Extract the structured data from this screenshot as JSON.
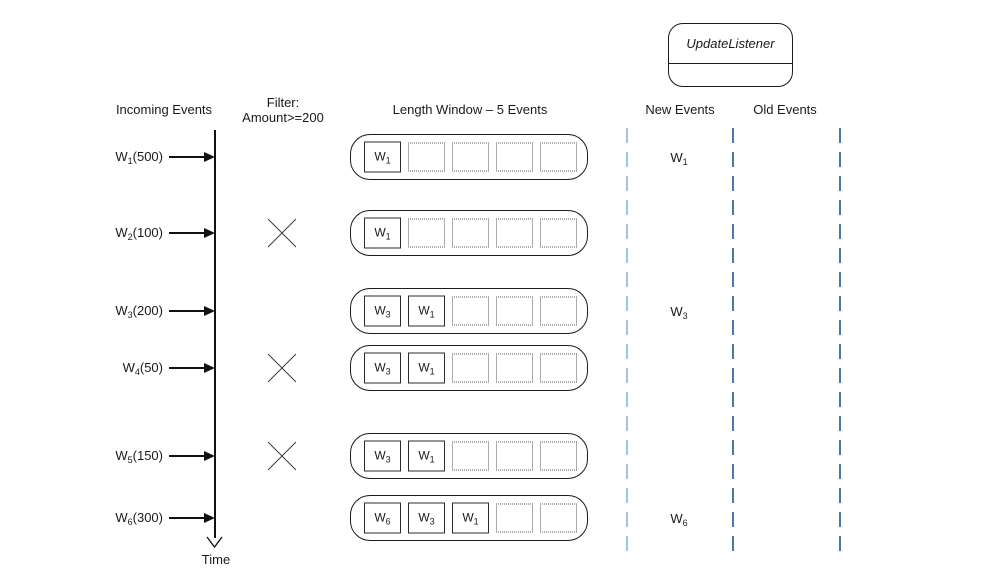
{
  "listener": {
    "label": "UpdateListener"
  },
  "headers": {
    "incoming": "Incoming Events",
    "filter_line1": "Filter:",
    "filter_line2": "Amount>=200",
    "length_window": "Length Window – 5 Events",
    "new_events": "New Events",
    "old_events": "Old Events"
  },
  "timeline": {
    "label": "Time"
  },
  "window_capacity": 5,
  "colors": {
    "dash_left": "#a5c4e4",
    "dash_middle": "#4677ab",
    "dash_right": "#4677ab",
    "ink": "#111111"
  },
  "rows": [
    {
      "event": {
        "base": "W",
        "sub": "1",
        "amount": "(500)"
      },
      "filtered": false,
      "slots": [
        {
          "base": "W",
          "sub": "1"
        }
      ],
      "new_event": {
        "base": "W",
        "sub": "1"
      },
      "old_event": null
    },
    {
      "event": {
        "base": "W",
        "sub": "2",
        "amount": "(100)"
      },
      "filtered": true,
      "slots": [
        {
          "base": "W",
          "sub": "1"
        }
      ],
      "new_event": null,
      "old_event": null
    },
    {
      "event": {
        "base": "W",
        "sub": "3",
        "amount": "(200)"
      },
      "filtered": false,
      "slots": [
        {
          "base": "W",
          "sub": "3"
        },
        {
          "base": "W",
          "sub": "1"
        }
      ],
      "new_event": {
        "base": "W",
        "sub": "3"
      },
      "old_event": null
    },
    {
      "event": {
        "base": "W",
        "sub": "4",
        "amount": "(50)"
      },
      "filtered": true,
      "slots": [
        {
          "base": "W",
          "sub": "3"
        },
        {
          "base": "W",
          "sub": "1"
        }
      ],
      "new_event": null,
      "old_event": null
    },
    {
      "event": {
        "base": "W",
        "sub": "5",
        "amount": "(150)"
      },
      "filtered": true,
      "slots": [
        {
          "base": "W",
          "sub": "3"
        },
        {
          "base": "W",
          "sub": "1"
        }
      ],
      "new_event": null,
      "old_event": null
    },
    {
      "event": {
        "base": "W",
        "sub": "6",
        "amount": "(300)"
      },
      "filtered": false,
      "slots": [
        {
          "base": "W",
          "sub": "6"
        },
        {
          "base": "W",
          "sub": "3"
        },
        {
          "base": "W",
          "sub": "1"
        }
      ],
      "new_event": {
        "base": "W",
        "sub": "6"
      },
      "old_event": null
    }
  ]
}
